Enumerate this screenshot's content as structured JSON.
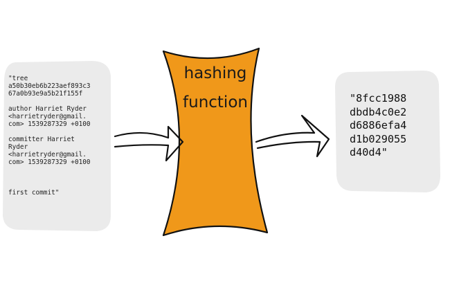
{
  "input_box": {
    "lines": [
      "\"tree",
      "a50b30eb6b223aef893c3",
      "67a0b93e9a5b21f155f",
      "",
      "author Harriet Ryder",
      "<harrietryder@gmail.",
      "com> 1539287329 +0100",
      "",
      "committer Harriet",
      "Ryder",
      "<harrietryder@gmail.",
      "com> 1539287329 +0100",
      "",
      "",
      "",
      "first commit\""
    ]
  },
  "hashing_function": {
    "label_line1": "hashing",
    "label_line2": "function",
    "fill_color": "#f0981a",
    "stroke_color": "#111111"
  },
  "output_box": {
    "lines": [
      "\"8fcc1988",
      "dbdb4c0e2",
      "d6886efa4",
      "d1b029055",
      "d40d4\""
    ]
  },
  "colors": {
    "box_fill": "#ebebeb"
  }
}
